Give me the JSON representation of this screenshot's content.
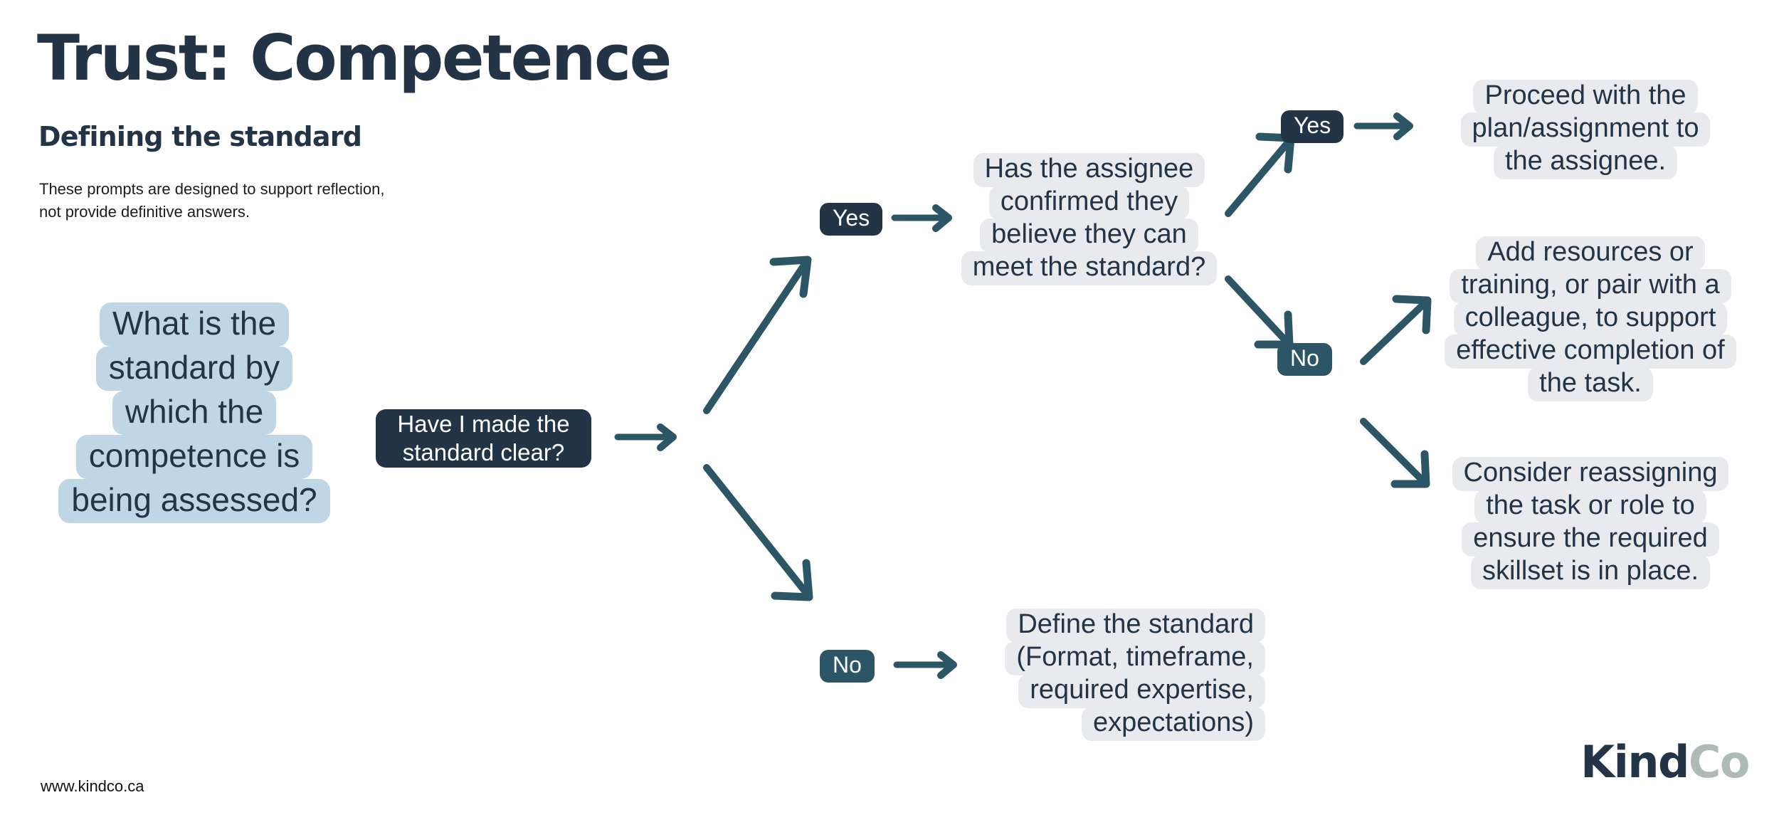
{
  "header": {
    "title": "Trust: Competence",
    "subtitle": "Defining the standard",
    "blurb_line1": "These prompts are designed to support reflection,",
    "blurb_line2": "not provide definitive answers."
  },
  "colors": {
    "navy": "#233447",
    "teal": "#2c5666",
    "blue_highlight": "#bfd6e4",
    "gray_highlight": "#e8eaed",
    "logo_accent": "#adbab6",
    "page_background": "#ffffff"
  },
  "flow": {
    "root_question": {
      "lines": [
        "What is the",
        "standard by",
        "which the",
        "competence is",
        "being assessed?"
      ],
      "style": "blue-highlight"
    },
    "decision_1": {
      "lines": [
        "Have I made the",
        "standard clear?"
      ],
      "style": "navy-solid"
    },
    "branch_1_yes_label": "Yes",
    "branch_1_no_label": "No",
    "decision_2": {
      "lines": [
        "Has the assignee",
        "confirmed they",
        "believe they can",
        "meet the standard?"
      ],
      "style": "gray-highlight"
    },
    "branch_2_yes_label": "Yes",
    "branch_2_no_label": "No",
    "outcome_proceed": {
      "lines": [
        "Proceed with the",
        "plan/assignment to",
        "the assignee."
      ],
      "style": "gray-highlight"
    },
    "outcome_add_resources": {
      "lines": [
        "Add resources or",
        "training, or pair with a",
        "colleague, to support",
        "effective completion of",
        "the task."
      ],
      "style": "gray-highlight"
    },
    "outcome_reassign": {
      "lines": [
        "Consider reassigning",
        "the task or role to",
        "ensure the required",
        "skillset is in place."
      ],
      "style": "gray-highlight"
    },
    "outcome_define": {
      "lines": [
        "Define the standard",
        "(Format, timeframe,",
        "required expertise,",
        "expectations)"
      ],
      "style": "gray-highlight"
    }
  },
  "footer": {
    "url": "www.kindco.ca",
    "logo_primary": "Kind",
    "logo_accent": "Co"
  }
}
